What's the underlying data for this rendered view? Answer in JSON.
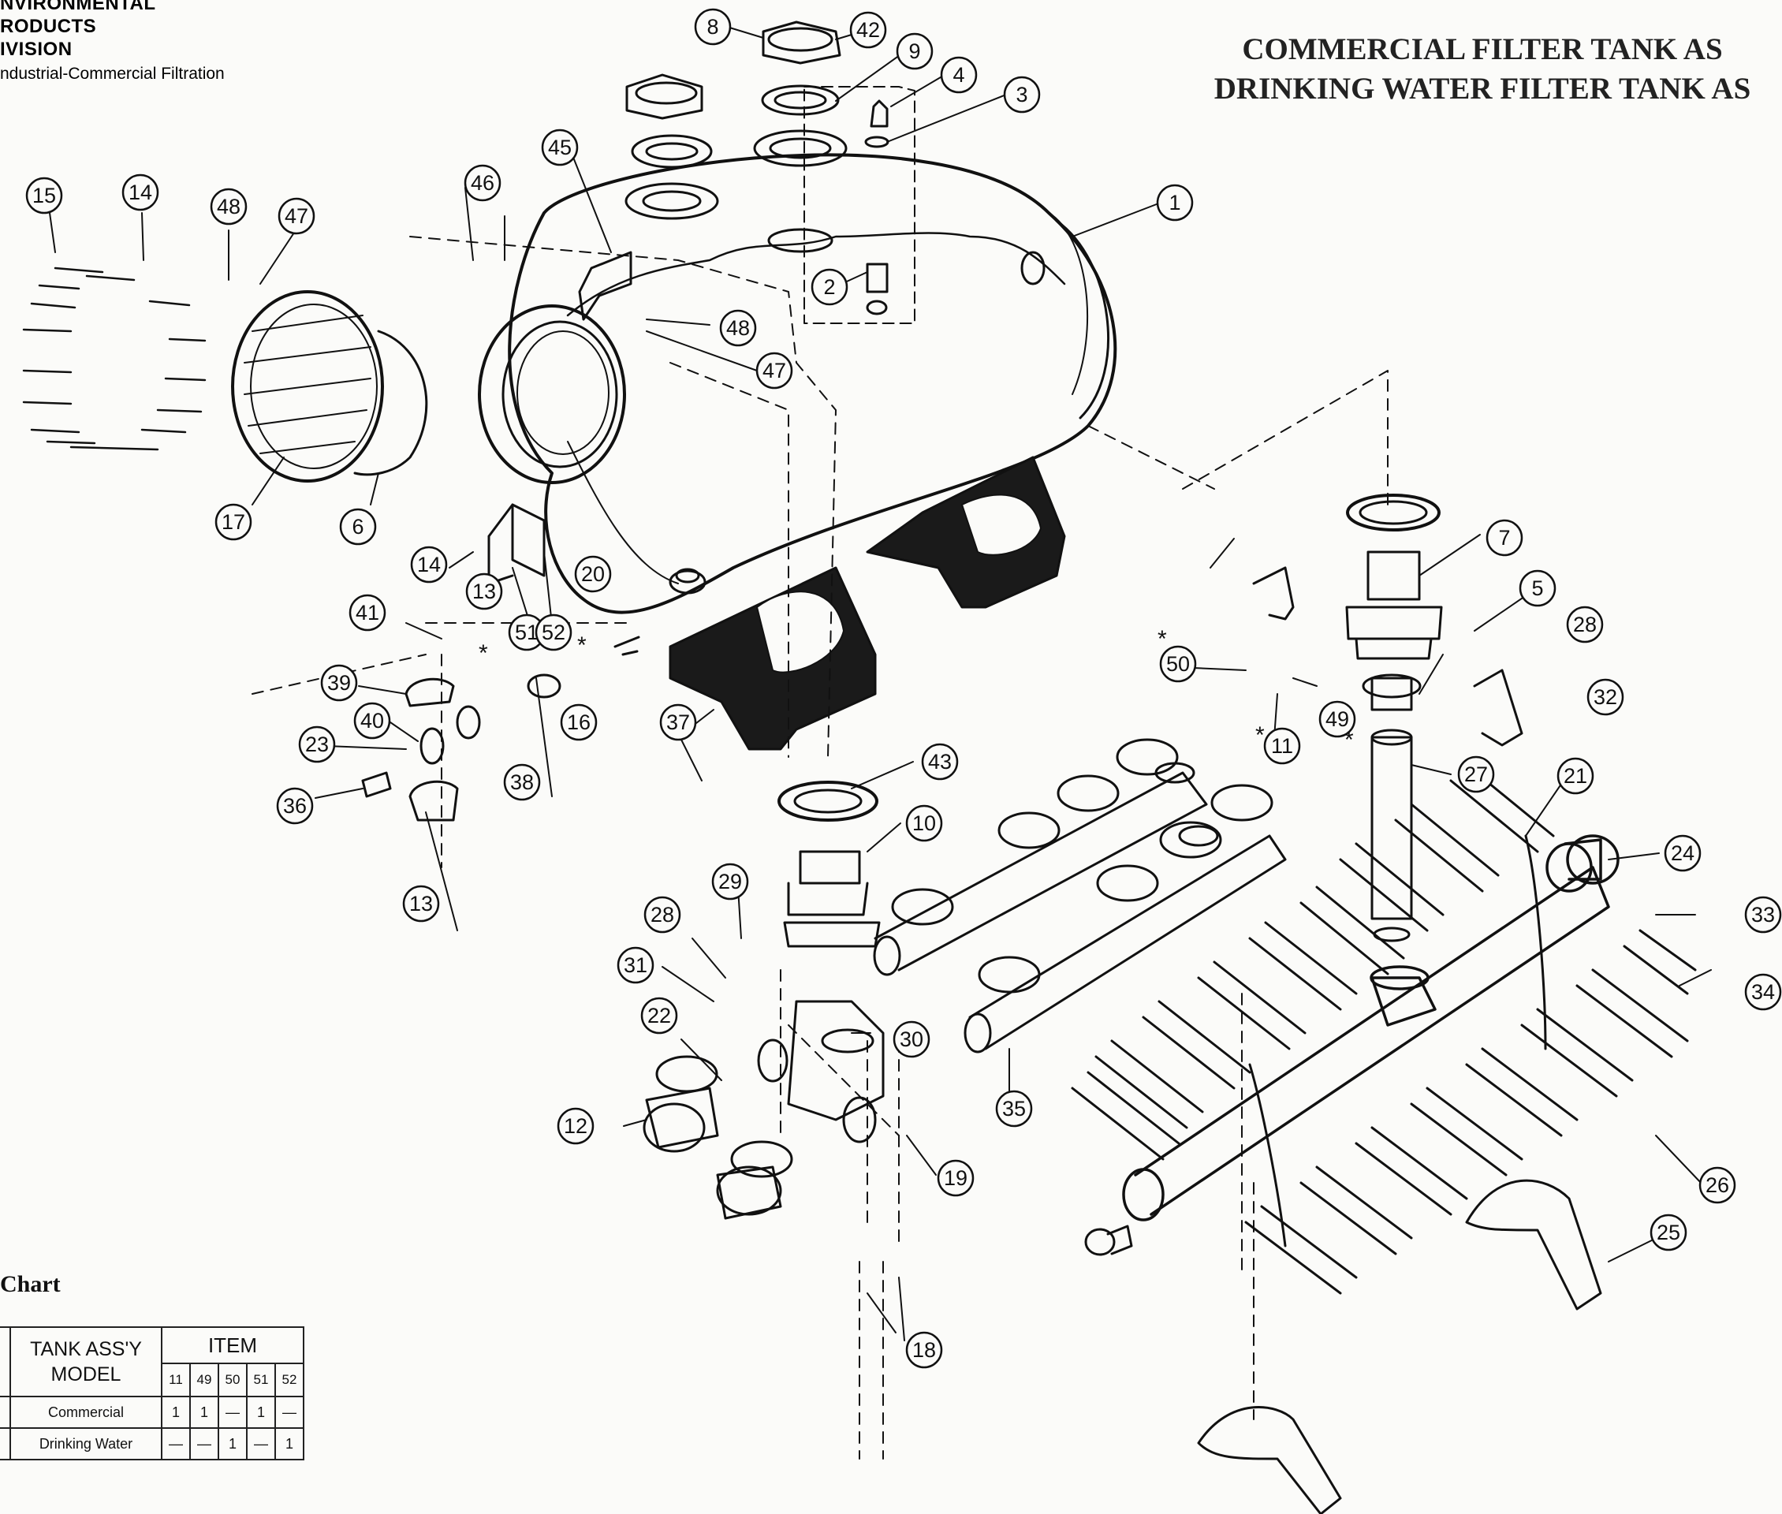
{
  "header": {
    "lines": [
      "NVIRONMENTAL",
      "RODUCTS",
      "IVISION"
    ],
    "subtitle": "ndustrial-Commercial Filtration"
  },
  "title": {
    "line1": "COMMERCIAL FILTER TANK AS",
    "line2": "DRINKING WATER FILTER TANK AS"
  },
  "callouts": [
    {
      "id": "c8",
      "label": "8"
    },
    {
      "id": "c42",
      "label": "42"
    },
    {
      "id": "c9",
      "label": "9"
    },
    {
      "id": "c4",
      "label": "4"
    },
    {
      "id": "c3",
      "label": "3"
    },
    {
      "id": "c45",
      "label": "45"
    },
    {
      "id": "c1",
      "label": "1"
    },
    {
      "id": "c2",
      "label": "2"
    },
    {
      "id": "c15",
      "label": "15"
    },
    {
      "id": "c14a",
      "label": "14"
    },
    {
      "id": "c48a",
      "label": "48"
    },
    {
      "id": "c47a",
      "label": "47"
    },
    {
      "id": "c46",
      "label": "46"
    },
    {
      "id": "c48b",
      "label": "48"
    },
    {
      "id": "c47b",
      "label": "47"
    },
    {
      "id": "c17",
      "label": "17"
    },
    {
      "id": "c6",
      "label": "6"
    },
    {
      "id": "c14b",
      "label": "14"
    },
    {
      "id": "c13a",
      "label": "13"
    },
    {
      "id": "c20",
      "label": "20"
    },
    {
      "id": "c51",
      "label": "51"
    },
    {
      "id": "c52",
      "label": "52"
    },
    {
      "id": "c41",
      "label": "41"
    },
    {
      "id": "c39",
      "label": "39"
    },
    {
      "id": "c40",
      "label": "40"
    },
    {
      "id": "c23",
      "label": "23"
    },
    {
      "id": "c36",
      "label": "36"
    },
    {
      "id": "c16",
      "label": "16"
    },
    {
      "id": "c37",
      "label": "37"
    },
    {
      "id": "c38",
      "label": "38"
    },
    {
      "id": "c13b",
      "label": "13"
    },
    {
      "id": "c7",
      "label": "7"
    },
    {
      "id": "c5",
      "label": "5"
    },
    {
      "id": "c50",
      "label": "50"
    },
    {
      "id": "c28a",
      "label": "28"
    },
    {
      "id": "c32",
      "label": "32"
    },
    {
      "id": "c49",
      "label": "49"
    },
    {
      "id": "c11",
      "label": "11"
    },
    {
      "id": "c27",
      "label": "27"
    },
    {
      "id": "c21",
      "label": "21"
    },
    {
      "id": "c43",
      "label": "43"
    },
    {
      "id": "c10",
      "label": "10"
    },
    {
      "id": "c24",
      "label": "24"
    },
    {
      "id": "c33",
      "label": "33"
    },
    {
      "id": "c34",
      "label": "34"
    },
    {
      "id": "c29",
      "label": "29"
    },
    {
      "id": "c28b",
      "label": "28"
    },
    {
      "id": "c31",
      "label": "31"
    },
    {
      "id": "c22",
      "label": "22"
    },
    {
      "id": "c30",
      "label": "30"
    },
    {
      "id": "c12",
      "label": "12"
    },
    {
      "id": "c35",
      "label": "35"
    },
    {
      "id": "c19",
      "label": "19"
    },
    {
      "id": "c26",
      "label": "26"
    },
    {
      "id": "c25",
      "label": "25"
    },
    {
      "id": "c18",
      "label": "18"
    }
  ],
  "asterisk": "*",
  "chart": {
    "label": "Chart",
    "header_model": "TANK ASS'Y MODEL",
    "header_item": "ITEM",
    "columns": [
      "11",
      "49",
      "50",
      "51",
      "52"
    ],
    "rows": [
      {
        "model": "Commercial",
        "values": [
          "1",
          "1",
          "—",
          "1",
          "—"
        ]
      },
      {
        "model": "Drinking Water",
        "values": [
          "—",
          "—",
          "1",
          "—",
          "1"
        ]
      }
    ]
  },
  "colors": {
    "ink": "#111111",
    "paper": "#fbfbf9",
    "base_fill": "#1a1a1a"
  }
}
